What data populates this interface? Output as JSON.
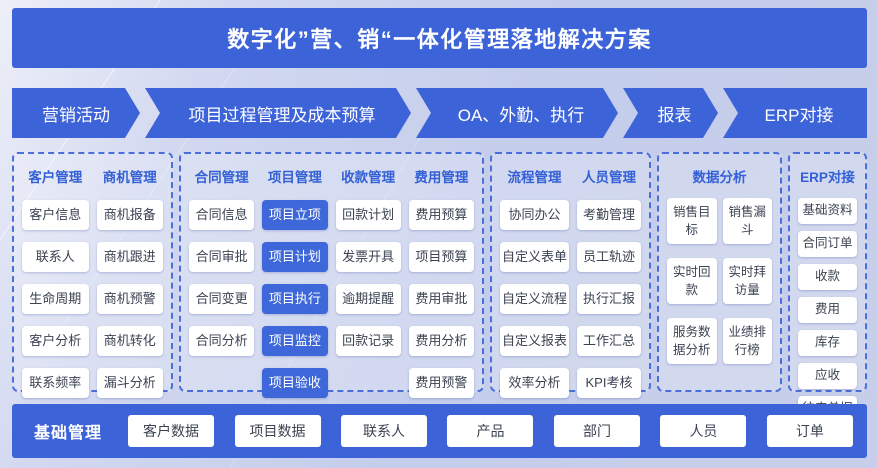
{
  "title": "数字化”营、销“一体化管理落地解决方案",
  "colors": {
    "primary_blue": "#3d63d8",
    "chip_blue": "#3e68d9",
    "panel_border_blue": "#4a6fdc",
    "header_text_blue": "#3460d6",
    "chip_text": "#3b4252",
    "background": "#c6cdea"
  },
  "flow_steps": [
    {
      "label": "营销活动"
    },
    {
      "label": "项目过程管理及成本预算"
    },
    {
      "label": "OA、外勤、执行"
    },
    {
      "label": "报表"
    },
    {
      "label": "ERP对接"
    }
  ],
  "panels": [
    {
      "id": "customer-opportunity",
      "columns": [
        {
          "header": "客户管理",
          "variant": "white",
          "items": [
            "客户信息",
            "联系人",
            "生命周期",
            "客户分析",
            "联系频率"
          ]
        },
        {
          "header": "商机管理",
          "variant": "white",
          "items": [
            "商机报备",
            "商机跟进",
            "商机预警",
            "商机转化",
            "漏斗分析"
          ]
        }
      ]
    },
    {
      "id": "contract-project-receipt-expense",
      "columns": [
        {
          "header": "合同管理",
          "variant": "white",
          "items": [
            "合同信息",
            "合同审批",
            "合同变更",
            "合同分析"
          ]
        },
        {
          "header": "项目管理",
          "variant": "blue",
          "items": [
            "项目立项",
            "项目计划",
            "项目执行",
            "项目监控",
            "项目验收"
          ]
        },
        {
          "header": "收款管理",
          "variant": "white",
          "items": [
            "回款计划",
            "发票开具",
            "逾期提醒",
            "回款记录"
          ]
        },
        {
          "header": "费用管理",
          "variant": "white",
          "items": [
            "费用预算",
            "项目预算",
            "费用审批",
            "费用分析",
            "费用预警"
          ]
        }
      ]
    },
    {
      "id": "process-personnel",
      "columns": [
        {
          "header": "流程管理",
          "variant": "white",
          "items": [
            "协同办公",
            "自定义表单",
            "自定义流程",
            "自定义报表",
            "效率分析"
          ]
        },
        {
          "header": "人员管理",
          "variant": "white",
          "items": [
            "考勤管理",
            "员工轨迹",
            "执行汇报",
            "工作汇总",
            "KPI考核"
          ]
        }
      ]
    },
    {
      "id": "data-analysis",
      "header": "数据分析",
      "columns": [
        {
          "variant": "white",
          "items": [
            "销售目标",
            "实时回款",
            "服务数据分析"
          ]
        },
        {
          "variant": "white",
          "items": [
            "销售漏斗",
            "实时拜访量",
            "业绩排行榜"
          ]
        }
      ]
    },
    {
      "id": "erp",
      "header": "ERP对接",
      "columns": [
        {
          "variant": "white",
          "items": [
            "基础资料",
            "合同订单",
            "收款",
            "费用",
            "库存",
            "应收",
            "往来单据"
          ]
        }
      ]
    }
  ],
  "bottom_bar": {
    "label": "基础管理",
    "items": [
      "客户数据",
      "项目数据",
      "联系人",
      "产品",
      "部门",
      "人员",
      "订单"
    ]
  }
}
